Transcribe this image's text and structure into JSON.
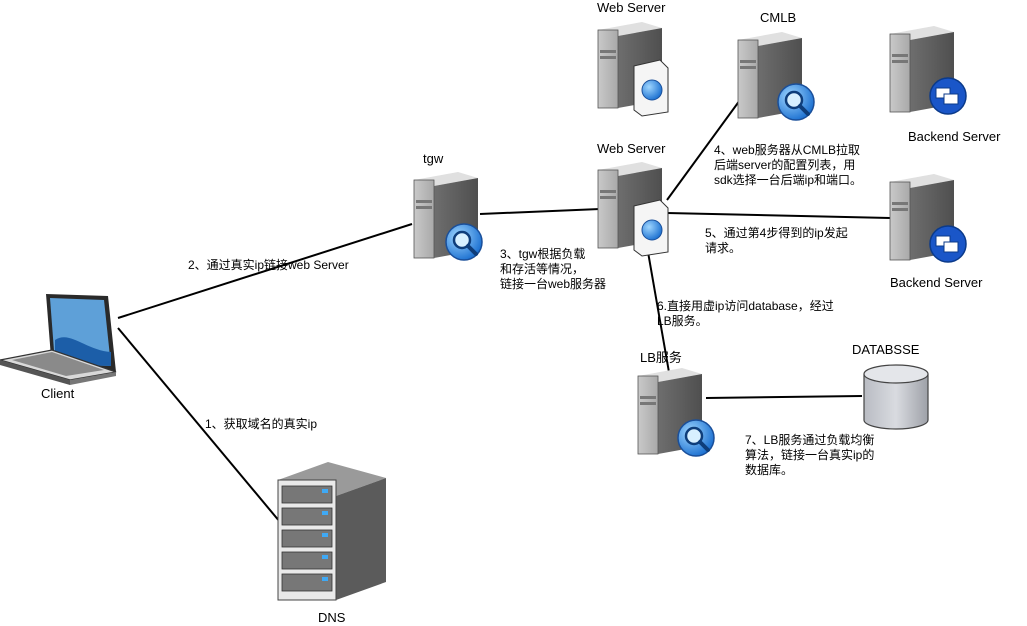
{
  "nodes": {
    "client": "Client",
    "dns": "DNS",
    "tgw": "tgw",
    "web_server_top": "Web Server",
    "web_server_mid": "Web Server",
    "cmlb": "CMLB",
    "backend_server_1": "Backend Server",
    "backend_server_2": "Backend Server",
    "lb_service": "LB服务",
    "database": "DATABSSE"
  },
  "steps": {
    "step1": "1、获取域名的真实ip",
    "step2": "2、通过真实ip链接web Server",
    "step3": [
      "3、tgw根据负载",
      "和存活等情况，",
      "链接一台web服务器"
    ],
    "step4": [
      "4、web服务器从CMLB拉取",
      "后端server的配置列表，用",
      "sdk选择一台后端ip和端口。"
    ],
    "step5": [
      "5、通过第4步得到的ip发起",
      "请求。"
    ],
    "step6": [
      "6.直接用虚ip访问database，经过",
      "LB服务。"
    ],
    "step7": [
      "7、LB服务通过负载均衡",
      "算法，链接一台真实ip的",
      "数据库。"
    ]
  }
}
